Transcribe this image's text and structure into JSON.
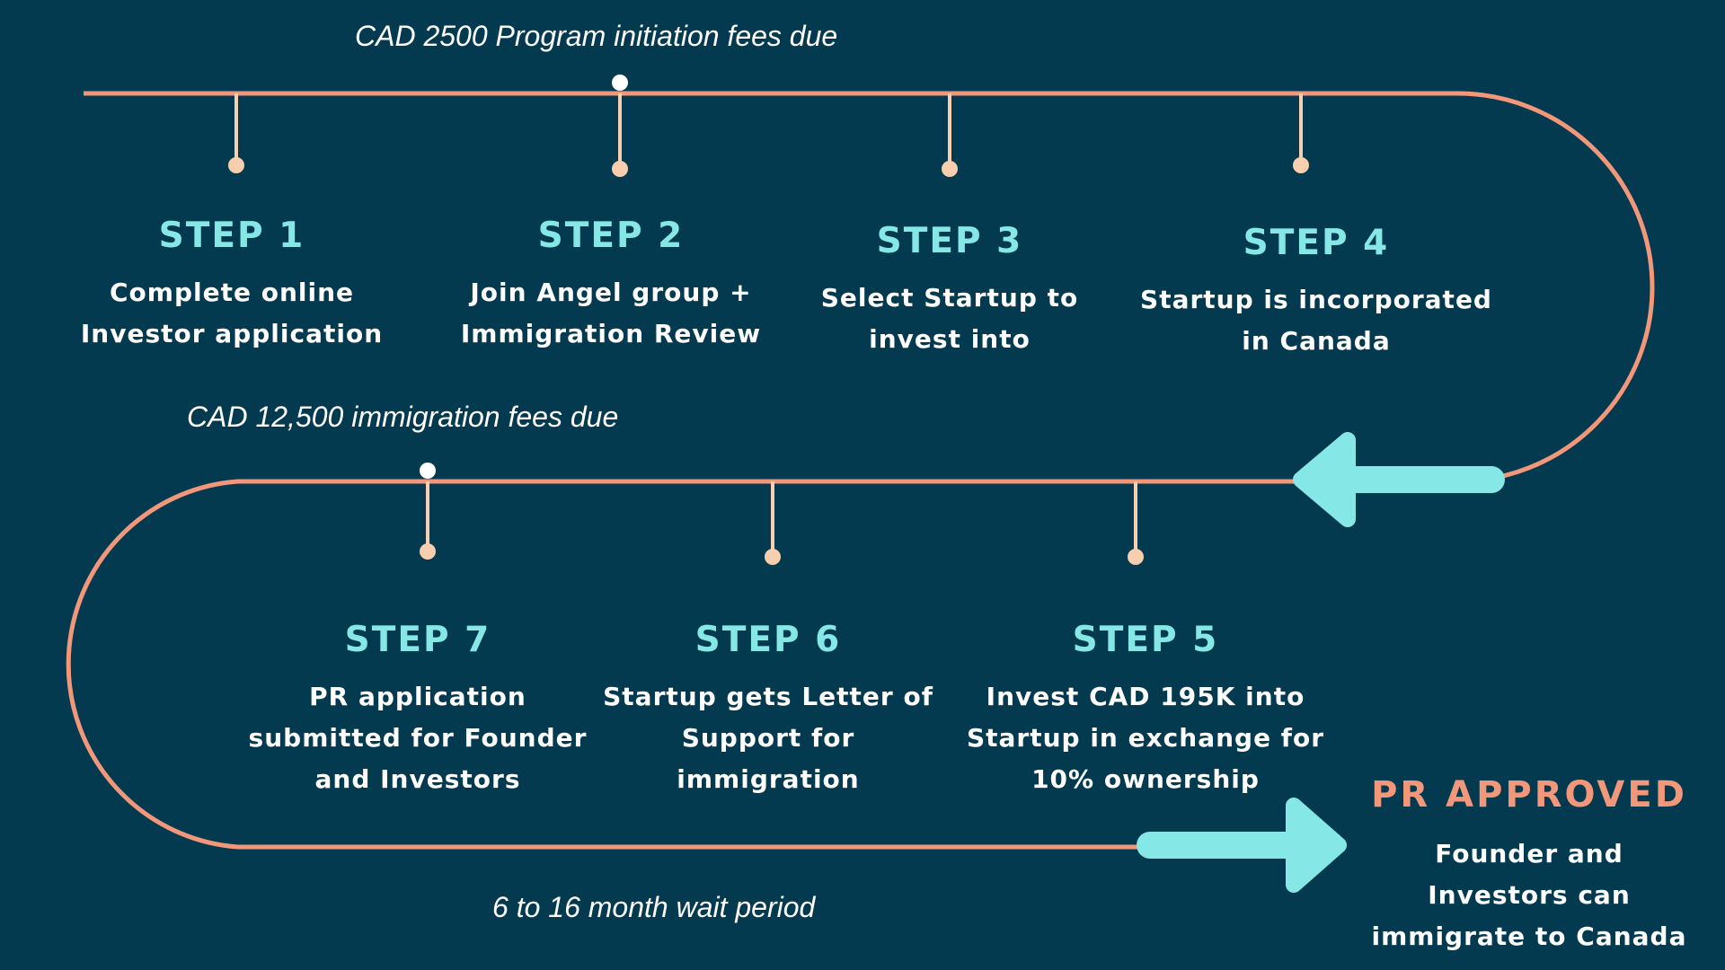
{
  "notes": {
    "top": "CAD 2500 Program initiation fees due",
    "middle": "CAD 12,500  immigration fees due",
    "bottom": "6 to 16 month wait period"
  },
  "steps": [
    {
      "title": "STEP 1",
      "lines": [
        "Complete online",
        "Investor application"
      ]
    },
    {
      "title": "STEP 2",
      "lines": [
        "Join Angel group +",
        "Immigration Review"
      ]
    },
    {
      "title": "STEP 3",
      "lines": [
        "Select Startup to",
        "invest into"
      ]
    },
    {
      "title": "STEP 4",
      "lines": [
        "Startup is incorporated",
        "in Canada"
      ]
    },
    {
      "title": "STEP 5",
      "lines": [
        "Invest CAD 195K into",
        "Startup in exchange for",
        "10% ownership"
      ]
    },
    {
      "title": "STEP 6",
      "lines": [
        "Startup gets Letter of",
        "Support for",
        "immigration"
      ]
    },
    {
      "title": "STEP 7",
      "lines": [
        "PR application",
        "submitted for Founder",
        "and Investors"
      ]
    }
  ],
  "final": {
    "title": "PR  APPROVED",
    "lines": [
      "Founder and",
      "Investors can",
      "immigrate to Canada"
    ]
  },
  "colors": {
    "background": "#033a4f",
    "track": "#f2977a",
    "pin": "#f8cfae",
    "arrow": "#86e8e6",
    "step_title": "#86e8e6",
    "final_title": "#f2977a"
  }
}
